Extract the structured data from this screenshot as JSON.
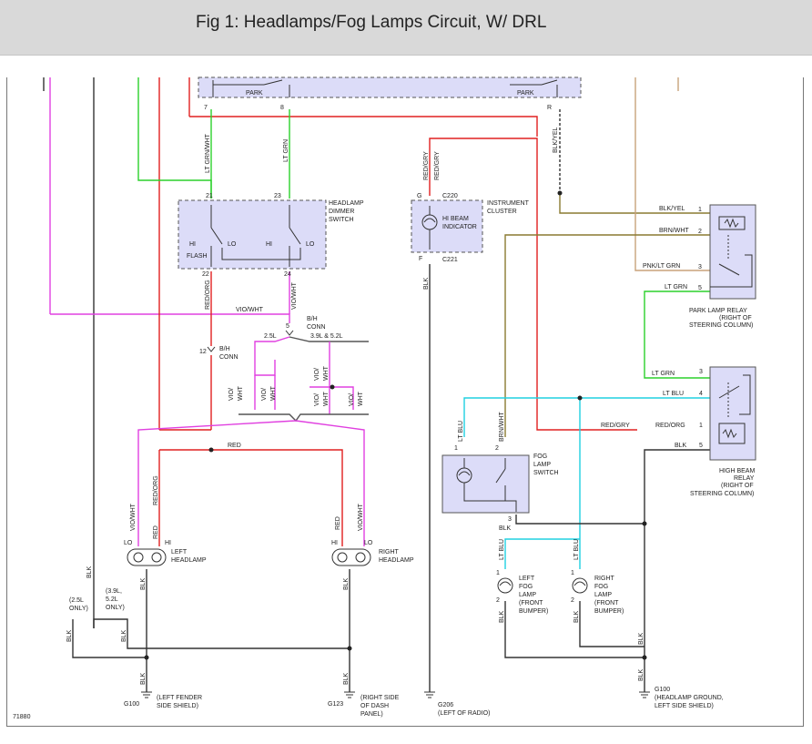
{
  "title": "Fig 1: Headlamps/Fog Lamps Circuit, W/ DRL",
  "figure_id": "71880",
  "colors": {
    "header_bg": "#d9d9d9",
    "box_fill": "#dcdcf8",
    "wire_red": "#e02020",
    "wire_pink": "#e040e0",
    "wire_green": "#2bd12b",
    "wire_tan": "#c8a27a",
    "wire_olive": "#8a7a30",
    "wire_cyan": "#20d0e0",
    "wire_black": "#333333"
  },
  "switch_top": {
    "park_left": "PARK",
    "park_right": "PARK",
    "pin_7": "7",
    "pin_8": "8",
    "pin_R": "R"
  },
  "wire_labels": {
    "lt_grn_wht": "LT GRN/WHT",
    "lt_grn": "LT GRN",
    "red_gry": "RED/GRY",
    "red_gry2": "RED/GRY",
    "blk_yel": "BLK/YEL",
    "red_org": "RED/ORG",
    "vio_wht": "VIO/WHT",
    "vio_wht_h": "VIO/WHT",
    "blk_main": "BLK",
    "blk_g206": "BLK",
    "lt_blu_fog": "LT BLU",
    "brn_wht_fog": "BRN/WHT",
    "blk_yel_relay": "BLK/YEL",
    "brn_wht_relay": "BRN/WHT",
    "pnk_lt_grn": "PNK/LT GRN",
    "lt_grn_relay": "LT GRN",
    "lt_grn_hb": "LT GRN",
    "lt_blu_hb": "LT BLU",
    "red_gry_hb": "RED/GRY",
    "red_org_hb": "RED/ORG",
    "blk_hb": "BLK",
    "red_horiz": "RED",
    "red_org_left": "RED/ORG",
    "vio_wht_left": "VIO/WHT",
    "red_left": "RED",
    "red_right": "RED",
    "vio_wht_right": "VIO/WHT",
    "blk_left_hl": "BLK",
    "blk_right_hl": "BLK",
    "blk_fog_sw": "BLK",
    "lt_blu_lf": "LT BLU",
    "lt_blu_rf": "LT BLU",
    "blk_lf": "BLK",
    "blk_rf": "BLK",
    "blk_g100r": "BLK",
    "blk_g100r2": "BLK",
    "blk_25": "BLK",
    "blk_39": "BLK",
    "blk_g100l": "BLK",
    "blk_g123": "BLK",
    "v1": "VIO/",
    "v1b": "WHT",
    "v2": "VIO/",
    "v2b": "WHT",
    "v3": "VIO/",
    "v3b": "WHT",
    "v4": "VIO/",
    "v4b": "WHT",
    "v5": "VIO/",
    "v5b": "WHT"
  },
  "dimmer": {
    "name": "HEADLAMP",
    "name2": "DIMMER",
    "name3": "SWITCH",
    "pin21": "21",
    "pin23": "23",
    "pin22": "22",
    "pin24": "24",
    "hi1": "HI",
    "lo1": "LO",
    "hi2": "HI",
    "lo2": "LO",
    "flash": "FLASH"
  },
  "cluster": {
    "name": "INSTRUMENT",
    "name2": "CLUSTER",
    "c220": "C220",
    "c221": "C221",
    "pinG": "G",
    "pinF": "F",
    "ind1": "HI BEAM",
    "ind2": "INDICATOR"
  },
  "bh_conn": {
    "pin5": "5",
    "label": "B/H",
    "label2": "CONN",
    "pin12": "12",
    "label_l": "B/H",
    "label_l2": "CONN"
  },
  "engine_options": {
    "e25": "2.5L",
    "e39": "3.9L & 5.2L"
  },
  "park_relay": {
    "p1": "1",
    "p2": "2",
    "p3": "3",
    "p5": "5",
    "name1": "PARK LAMP RELAY",
    "name2": "(RIGHT OF",
    "name3": "STEERING COLUMN)"
  },
  "hb_relay": {
    "p3": "3",
    "p4": "4",
    "p1": "1",
    "p5": "5",
    "name1": "HIGH BEAM",
    "name2": "RELAY",
    "name3": "(RIGHT OF",
    "name4": "STEERING COLUMN)"
  },
  "fog_switch": {
    "name1": "FOG",
    "name2": "LAMP",
    "name3": "SWITCH",
    "pin1": "1",
    "pin2": "2",
    "pin3": "3"
  },
  "left_headlamp": {
    "lo": "LO",
    "hi": "HI",
    "name1": "LEFT",
    "name2": "HEADLAMP"
  },
  "right_headlamp": {
    "hi": "HI",
    "lo": "LO",
    "name1": "RIGHT",
    "name2": "HEADLAMP"
  },
  "left_fog": {
    "p1": "1",
    "p2": "2",
    "name1": "LEFT",
    "name2": "FOG",
    "name3": "LAMP",
    "name4": "(FRONT",
    "name5": "BUMPER)"
  },
  "right_fog": {
    "p1": "1",
    "p2": "2",
    "name1": "RIGHT",
    "name2": "FOG",
    "name3": "LAMP",
    "name4": "(FRONT",
    "name5": "BUMPER)"
  },
  "engine_notes": {
    "n25a": "(2.5L",
    "n25b": "ONLY)",
    "n39a": "(3.9L,",
    "n39b": "5.2L",
    "n39c": "ONLY)"
  },
  "grounds": {
    "g100_left": "G100",
    "g100_left_d1": "(LEFT FENDER",
    "g100_left_d2": "SIDE SHIELD)",
    "g123": "G123",
    "g123_d1": "(RIGHT SIDE",
    "g123_d2": "OF DASH",
    "g123_d3": "PANEL)",
    "g206": "G206",
    "g206_d1": "(LEFT OF RADIO)",
    "g100_right": "G100",
    "g100_right_d1": "(HEADLAMP GROUND,",
    "g100_right_d2": "LEFT SIDE SHIELD)"
  }
}
